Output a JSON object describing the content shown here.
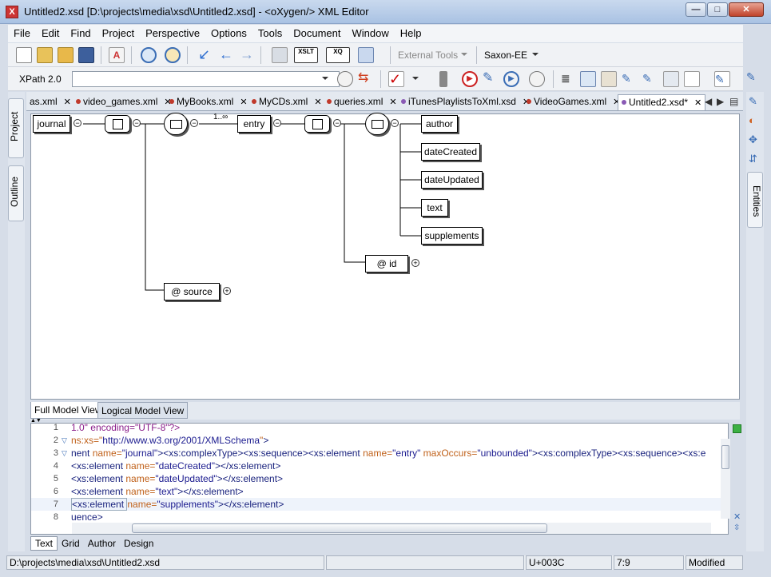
{
  "window": {
    "title": "Untitled2.xsd [D:\\projects\\media\\xsd\\Untitled2.xsd] - <oXygen/> XML Editor",
    "app_icon_letter": "X",
    "minimize": "—",
    "maximize": "□",
    "close": "✕"
  },
  "menu": [
    "File",
    "Edit",
    "Find",
    "Project",
    "Perspective",
    "Options",
    "Tools",
    "Document",
    "Window",
    "Help"
  ],
  "toolbar": {
    "external_tools": "External Tools",
    "transformer": "Saxon-EE",
    "xslt_badge": "XSLT",
    "xq_badge": "XQ"
  },
  "xpath": {
    "version": "XPath 2.0",
    "value": ""
  },
  "side_tabs": {
    "project": "Project",
    "outline": "Outline",
    "entities": "Entities"
  },
  "file_tabs": [
    {
      "label": "as.xml"
    },
    {
      "label": "video_games.xml"
    },
    {
      "label": "MyBooks.xml"
    },
    {
      "label": "MyCDs.xml"
    },
    {
      "label": "queries.xml"
    },
    {
      "label": "iTunesPlaylistsToXml.xsd"
    },
    {
      "label": "VideoGames.xml"
    },
    {
      "label": "Untitled2.xsd*"
    }
  ],
  "diagram": {
    "root": "journal",
    "entry": "entry",
    "occurs": "1..∞",
    "children": [
      "author",
      "dateCreated",
      "dateUpdated",
      "text",
      "supplements"
    ],
    "attr_id": "@  id",
    "attr_source": "@  source",
    "collapse": "−",
    "expand": "+"
  },
  "view_tabs": [
    "Full Model View",
    "Logical Model View"
  ],
  "editor_lines": [
    {
      "num": "1",
      "parts": [
        {
          "c": "pi",
          "t": "1.0\" encoding=\"UTF-8\"?>"
        }
      ]
    },
    {
      "num": "2",
      "parts": [
        {
          "c": "an",
          "t": "ns:xs=\""
        },
        {
          "c": "av",
          "t": "http://www.w3.org/2001/XMLSchema"
        },
        {
          "c": "an",
          "t": "\""
        },
        {
          "c": "tg",
          "t": ">"
        }
      ]
    },
    {
      "num": "3",
      "parts": [
        {
          "c": "tg",
          "t": "nent "
        },
        {
          "c": "an",
          "t": "name="
        },
        {
          "c": "av",
          "t": "\"journal\""
        },
        {
          "c": "tg",
          "t": "><xs:complexType><xs:sequence><xs:element "
        },
        {
          "c": "an",
          "t": "name="
        },
        {
          "c": "av",
          "t": "\"entry\" "
        },
        {
          "c": "an",
          "t": "maxOccurs="
        },
        {
          "c": "av",
          "t": "\"unbounded\""
        },
        {
          "c": "tg",
          "t": "><xs:complexType><xs:sequence><xs:e"
        }
      ]
    },
    {
      "num": "4",
      "parts": [
        {
          "c": "tg",
          "t": "<xs:element "
        },
        {
          "c": "an",
          "t": "name="
        },
        {
          "c": "av",
          "t": "\"dateCreated\""
        },
        {
          "c": "tg",
          "t": "></xs:element>"
        }
      ]
    },
    {
      "num": "5",
      "parts": [
        {
          "c": "tg",
          "t": "<xs:element "
        },
        {
          "c": "an",
          "t": "name="
        },
        {
          "c": "av",
          "t": "\"dateUpdated\""
        },
        {
          "c": "tg",
          "t": "></xs:element>"
        }
      ]
    },
    {
      "num": "6",
      "parts": [
        {
          "c": "tg",
          "t": "<xs:element "
        },
        {
          "c": "an",
          "t": "name="
        },
        {
          "c": "av",
          "t": "\"text\""
        },
        {
          "c": "tg",
          "t": "></xs:element>"
        }
      ]
    },
    {
      "num": "7",
      "parts": [
        {
          "c": "tg",
          "t": "<xs:element "
        },
        {
          "c": "an",
          "t": "name="
        },
        {
          "c": "av",
          "t": "\"supplements\""
        },
        {
          "c": "tg",
          "t": "></xs:element>"
        }
      ]
    },
    {
      "num": "8",
      "parts": [
        {
          "c": "tg",
          "t": "uence>"
        }
      ]
    }
  ],
  "mode_tabs": [
    "Text",
    "Grid",
    "Author",
    "Design"
  ],
  "status": {
    "path": "D:\\projects\\media\\xsd\\Untitled2.xsd",
    "unicode": "U+003C",
    "position": "7:9",
    "state": "Modified"
  },
  "colors": {
    "accent": "#3a6db5",
    "file_dot": "#c0392b"
  }
}
